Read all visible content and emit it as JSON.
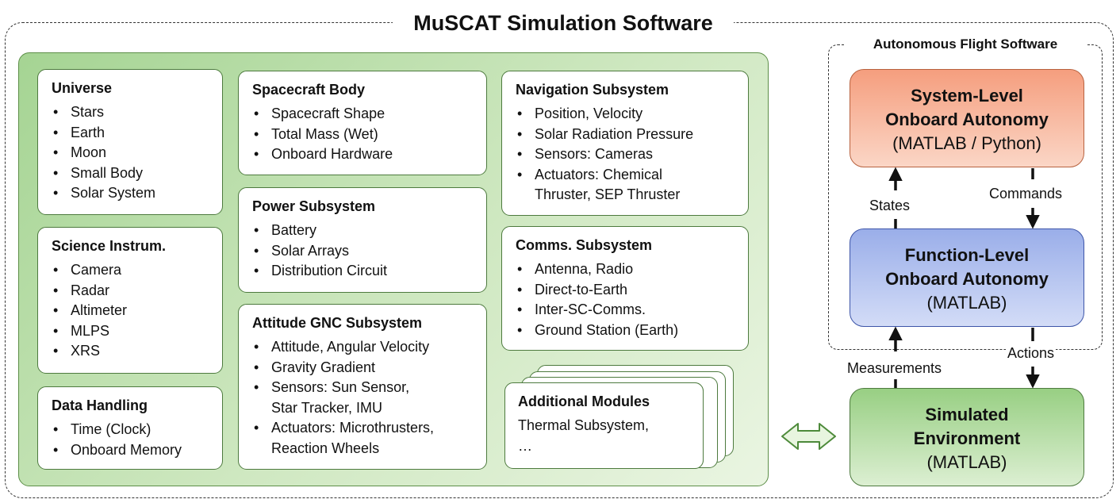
{
  "title": "MuSCAT Simulation Software",
  "modules": {
    "universe": {
      "title": "Universe",
      "items": [
        "Stars",
        "Earth",
        "Moon",
        "Small Body",
        "Solar System"
      ]
    },
    "science": {
      "title": "Science Instrum.",
      "items": [
        "Camera",
        "Radar",
        "Altimeter",
        "MLPS",
        "XRS"
      ]
    },
    "data_handling": {
      "title": "Data Handling",
      "items": [
        "Time (Clock)",
        "Onboard Memory"
      ]
    },
    "spacecraft_body": {
      "title": "Spacecraft Body",
      "items": [
        "Spacecraft Shape",
        "Total Mass (Wet)",
        "Onboard Hardware"
      ]
    },
    "power": {
      "title": "Power Subsystem",
      "items": [
        "Battery",
        "Solar Arrays",
        "Distribution Circuit"
      ]
    },
    "attitude": {
      "title": "Attitude GNC Subsystem",
      "items": [
        "Attitude, Angular Velocity",
        "Gravity Gradient",
        "Sensors: Sun Sensor,",
        "Star Tracker, IMU",
        "Actuators: Microthrusters,",
        "Reaction Wheels"
      ]
    },
    "navigation": {
      "title": "Navigation Subsystem",
      "items": [
        "Position, Velocity",
        "Solar Radiation Pressure",
        "Sensors: Cameras",
        "Actuators: Chemical",
        "Thruster, SEP Thruster"
      ]
    },
    "comms": {
      "title": "Comms. Subsystem",
      "items": [
        "Antenna, Radio",
        "Direct-to-Earth",
        "Inter-SC-Comms.",
        "Ground Station (Earth)"
      ]
    },
    "additional": {
      "title": "Additional Modules",
      "line1": "Thermal Subsystem,",
      "line2": "…"
    }
  },
  "autonomy": {
    "frame_title": "Autonomous Flight Software",
    "system_level": {
      "line1": "System-Level",
      "line2": "Onboard Autonomy",
      "line3": "(MATLAB / Python)"
    },
    "function_level": {
      "line1": "Function-Level",
      "line2": "Onboard Autonomy",
      "line3": "(MATLAB)"
    },
    "environment": {
      "line1": "Simulated",
      "line2": "Environment",
      "line3": "(MATLAB)"
    }
  },
  "flows": {
    "states": "States",
    "commands": "Commands",
    "measurements": "Measurements",
    "actions": "Actions"
  }
}
